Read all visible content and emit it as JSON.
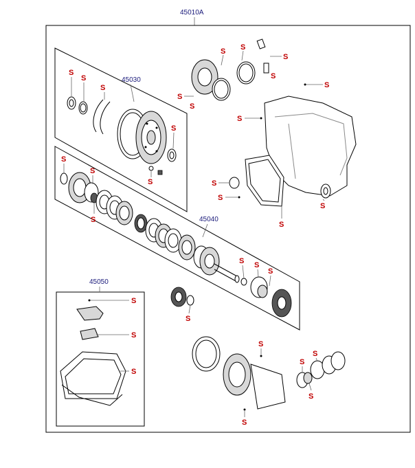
{
  "assembly": {
    "main_number": "45010A",
    "sub_kits": [
      {
        "number": "45030"
      },
      {
        "number": "45040"
      },
      {
        "number": "45050"
      }
    ]
  },
  "callout_letter": "S"
}
